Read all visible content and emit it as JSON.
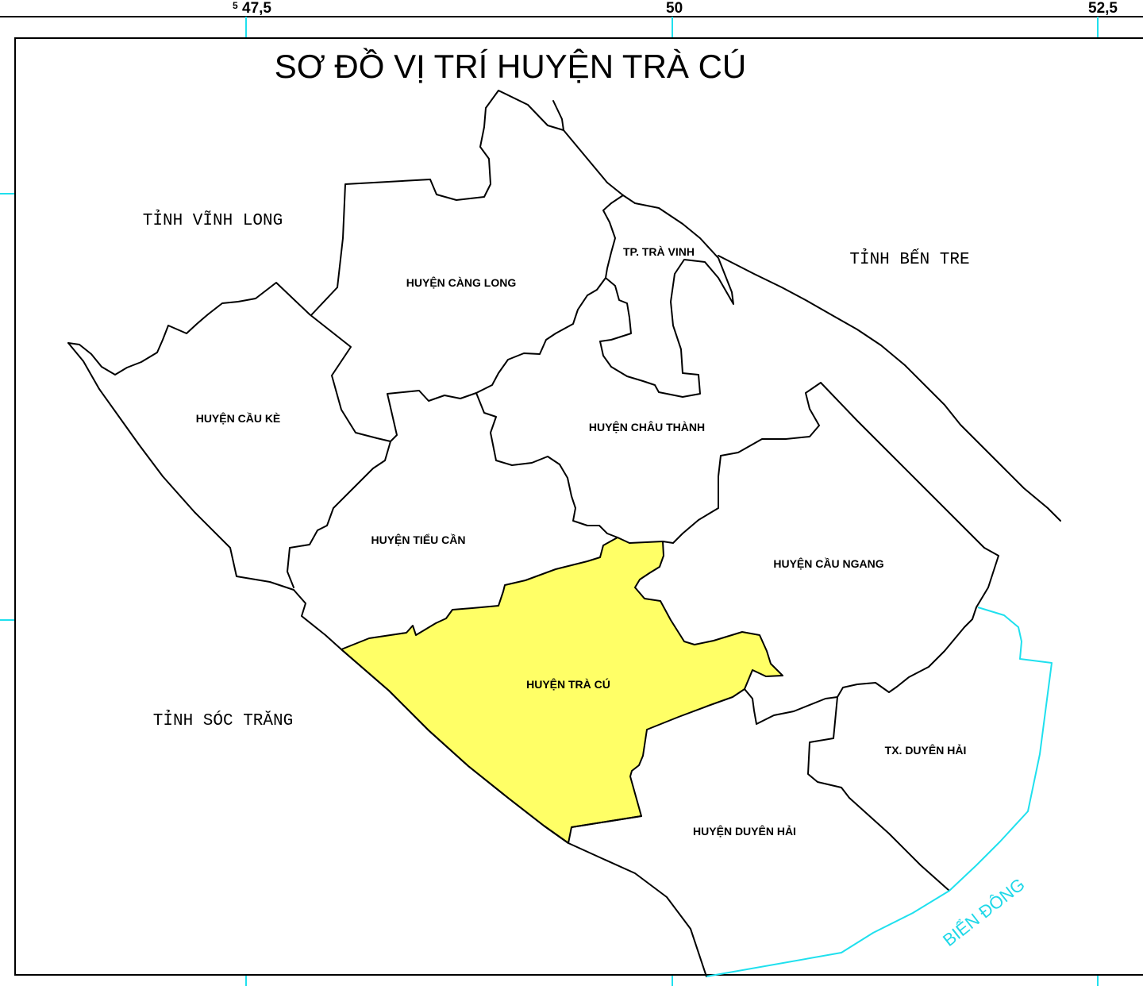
{
  "map": {
    "title": "SƠ ĐỒ VỊ TRÍ HUYỆN TRÀ CÚ",
    "grid_labels": {
      "x_superscript": "5",
      "x_ticks": [
        "47,5",
        "50",
        "52,5"
      ]
    },
    "provinces": [
      {
        "id": "vinh-long",
        "label": "TỈNH VĨNH LONG"
      },
      {
        "id": "ben-tre",
        "label": "TỈNH BẾN TRE"
      },
      {
        "id": "soc-trang",
        "label": "TỈNH SÓC TRĂNG"
      }
    ],
    "districts": [
      {
        "id": "cang-long",
        "label": "HUYỆN CÀNG LONG"
      },
      {
        "id": "tra-vinh",
        "label": "TP. TRÀ VINH"
      },
      {
        "id": "cau-ke",
        "label": "HUYỆN CẦU KÈ"
      },
      {
        "id": "chau-thanh",
        "label": "HUYỆN CHÂU THÀNH"
      },
      {
        "id": "tieu-can",
        "label": "HUYỆN TIỂU CẦN"
      },
      {
        "id": "cau-ngang",
        "label": "HUYỆN CẦU NGANG"
      },
      {
        "id": "tra-cu",
        "label": "HUYỆN TRÀ CÚ"
      },
      {
        "id": "tx-duyen-hai",
        "label": "TX. DUYÊN HẢI"
      },
      {
        "id": "duyen-hai",
        "label": "HUYỆN DUYÊN HẢI"
      }
    ],
    "sea_label": "BIỂN ĐÔNG",
    "colors": {
      "highlight": "#ffff66",
      "coastline": "#1fe0ee",
      "boundary": "#000000"
    }
  }
}
